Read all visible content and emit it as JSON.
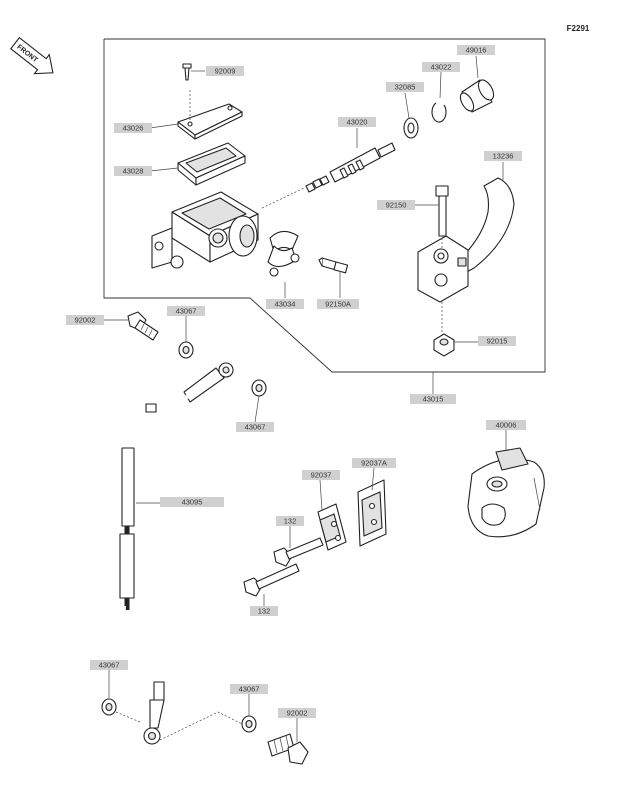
{
  "diagram_code": "F2291",
  "front_label": "FRONT",
  "parts": {
    "p92009": "92009",
    "p43026": "43026",
    "p43028": "43028",
    "p43020": "43020",
    "p32085": "32085",
    "p43022": "43022",
    "p49016": "49016",
    "p13236": "13236",
    "p92150": "92150",
    "p43034": "43034",
    "p92150a": "92150A",
    "p92015": "92015",
    "p43015": "43015",
    "p92002_top": "92002",
    "p43067_a": "43067",
    "p43067_b": "43067",
    "p43095": "43095",
    "p40006": "40006",
    "p92037": "92037",
    "p92037a": "92037A",
    "p132_a": "132",
    "p132_b": "132",
    "p43067_c": "43067",
    "p43067_d": "43067",
    "p92002_bot": "92002"
  }
}
